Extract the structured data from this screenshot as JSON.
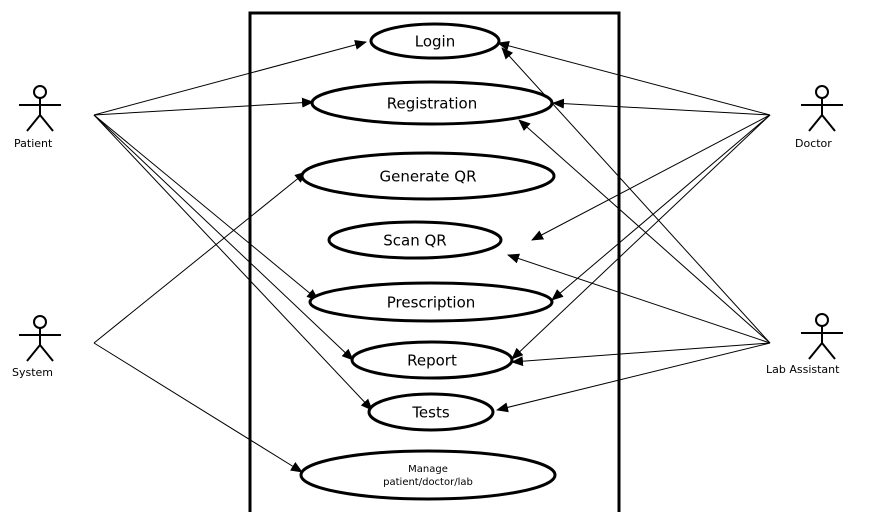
{
  "actors": [
    {
      "id": "patient",
      "label": "Patient"
    },
    {
      "id": "doctor",
      "label": "Doctor"
    },
    {
      "id": "system",
      "label": "System"
    },
    {
      "id": "lab",
      "label": "Lab Assistant"
    }
  ],
  "use_cases": [
    {
      "id": "login",
      "lines": [
        "Login"
      ]
    },
    {
      "id": "registration",
      "lines": [
        "Registration"
      ]
    },
    {
      "id": "generate-qr",
      "lines": [
        "Generate QR"
      ]
    },
    {
      "id": "scan-qr",
      "lines": [
        "Scan QR"
      ]
    },
    {
      "id": "prescription",
      "lines": [
        "Prescription"
      ]
    },
    {
      "id": "report",
      "lines": [
        "Report"
      ]
    },
    {
      "id": "tests",
      "lines": [
        "Tests"
      ]
    },
    {
      "id": "manage",
      "lines": [
        "Manage",
        "patient/doctor/lab"
      ]
    }
  ],
  "associations": [
    {
      "from": "patient",
      "to": "login"
    },
    {
      "from": "patient",
      "to": "registration"
    },
    {
      "from": "patient",
      "to": "prescription"
    },
    {
      "from": "patient",
      "to": "report"
    },
    {
      "from": "patient",
      "to": "tests"
    },
    {
      "from": "doctor",
      "to": "login"
    },
    {
      "from": "doctor",
      "to": "registration"
    },
    {
      "from": "doctor",
      "to": "scan-qr"
    },
    {
      "from": "doctor",
      "to": "prescription"
    },
    {
      "from": "doctor",
      "to": "report"
    },
    {
      "from": "system",
      "to": "generate-qr"
    },
    {
      "from": "system",
      "to": "manage"
    },
    {
      "from": "lab",
      "to": "login"
    },
    {
      "from": "lab",
      "to": "registration"
    },
    {
      "from": "lab",
      "to": "scan-qr"
    },
    {
      "from": "lab",
      "to": "report"
    },
    {
      "from": "lab",
      "to": "tests"
    }
  ]
}
